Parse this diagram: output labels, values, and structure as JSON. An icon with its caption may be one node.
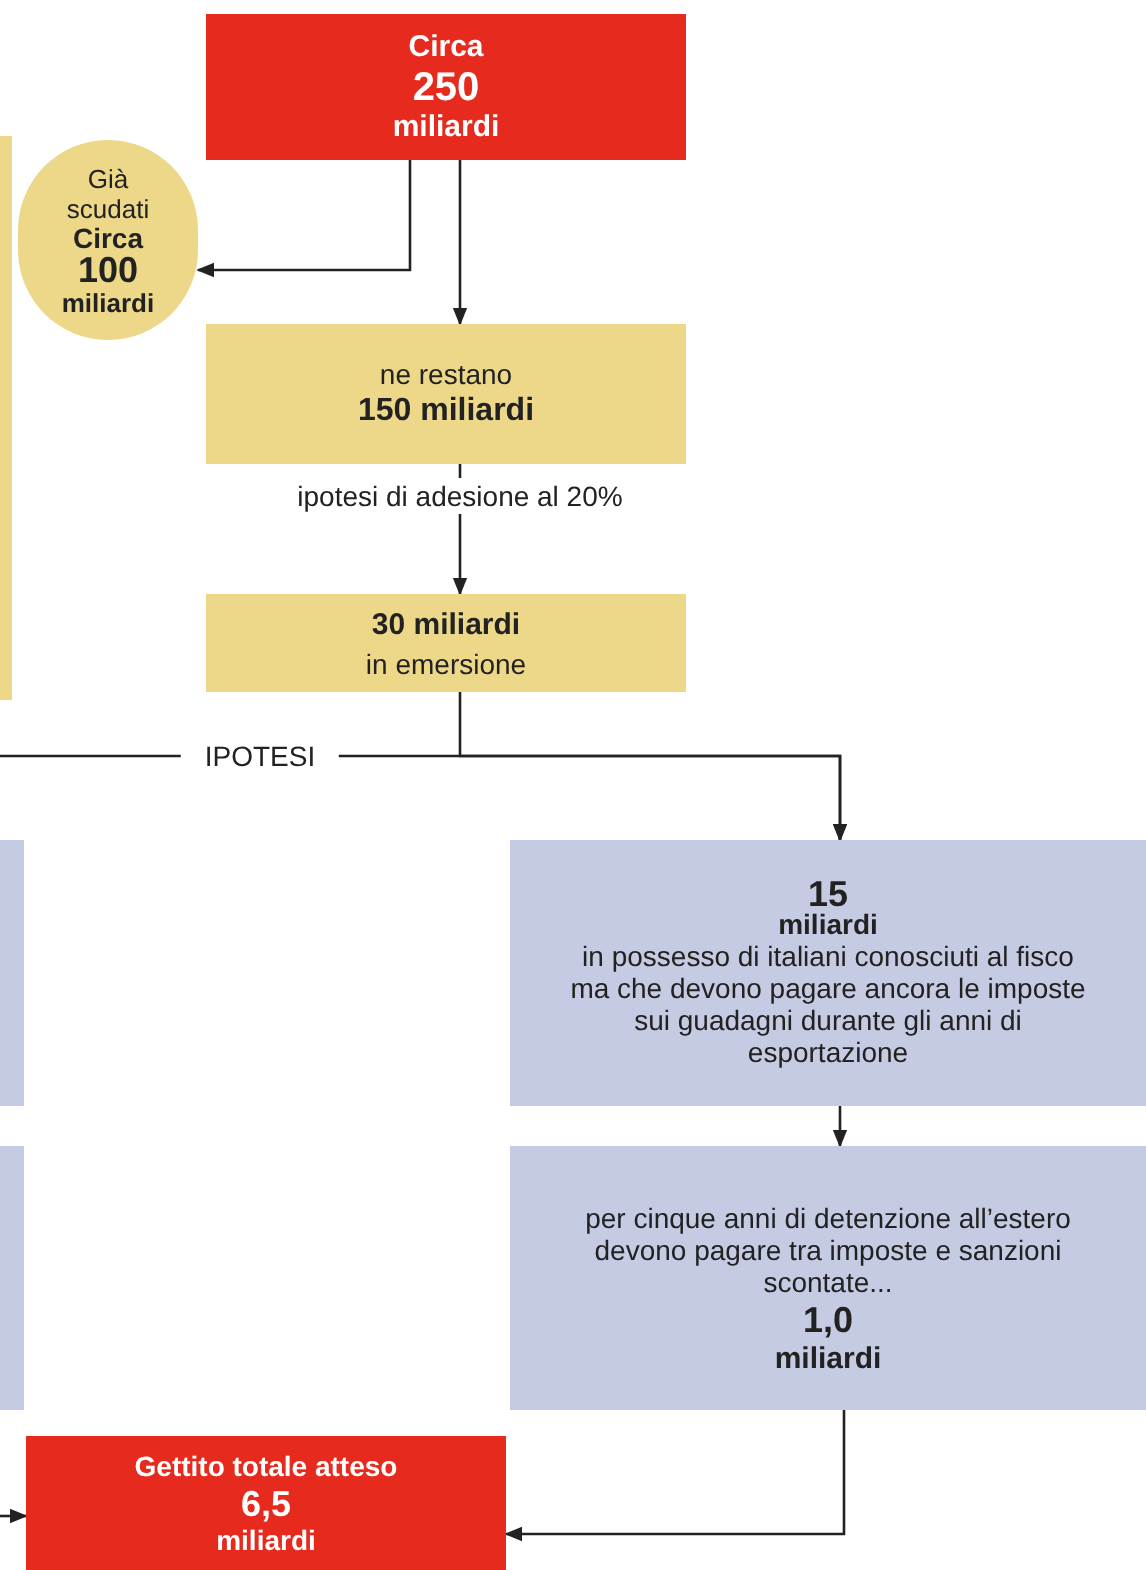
{
  "diagram": {
    "nodes": [
      {
        "text": [
          "Circa",
          "250",
          "miliardi"
        ]
      },
      {
        "text": [
          "Già scudati",
          "Circa",
          "100",
          "miliardi"
        ]
      },
      {
        "text": [
          "ne restano",
          "150 miliardi"
        ]
      },
      {
        "text": [
          "30 miliardi",
          "in emersione"
        ]
      },
      {
        "text": [
          "15",
          "miliardi",
          "in possesso di italiani conosciuti al fisco ma che devono pagare ancora le imposte sui guadagni durante gli anni di esportazione"
        ]
      },
      {
        "text": [
          "per cinque anni di detenzione all’estero devono pagare tra imposte e sanzioni scontate...",
          "1,0",
          "miliardi"
        ]
      },
      {
        "text": [
          "Gettito totale atteso",
          "6,5",
          "miliardi"
        ]
      },
      {
        "text": [],
        "shape": "box"
      },
      {
        "text": [],
        "shape": "box"
      },
      {
        "text": [],
        "shape": "box"
      }
    ],
    "edges": [
      {
        "from": 0,
        "to": 1,
        "arrow": "to"
      },
      {
        "from": 0,
        "to": 2,
        "arrow": "to"
      },
      {
        "from": 2,
        "to": 3,
        "arrow": "to",
        "label": "ipotesi di adesione al 20%"
      },
      {
        "from": 3,
        "to": 4,
        "arrow": "to"
      },
      {
        "from": null,
        "to": 4,
        "arrow": "to",
        "label": "IPOTESI"
      },
      {
        "from": 4,
        "to": 5,
        "arrow": "to"
      },
      {
        "from": 5,
        "to": 6,
        "arrow": "to"
      },
      {
        "from": null,
        "to": 6,
        "arrow": "to"
      }
    ]
  }
}
